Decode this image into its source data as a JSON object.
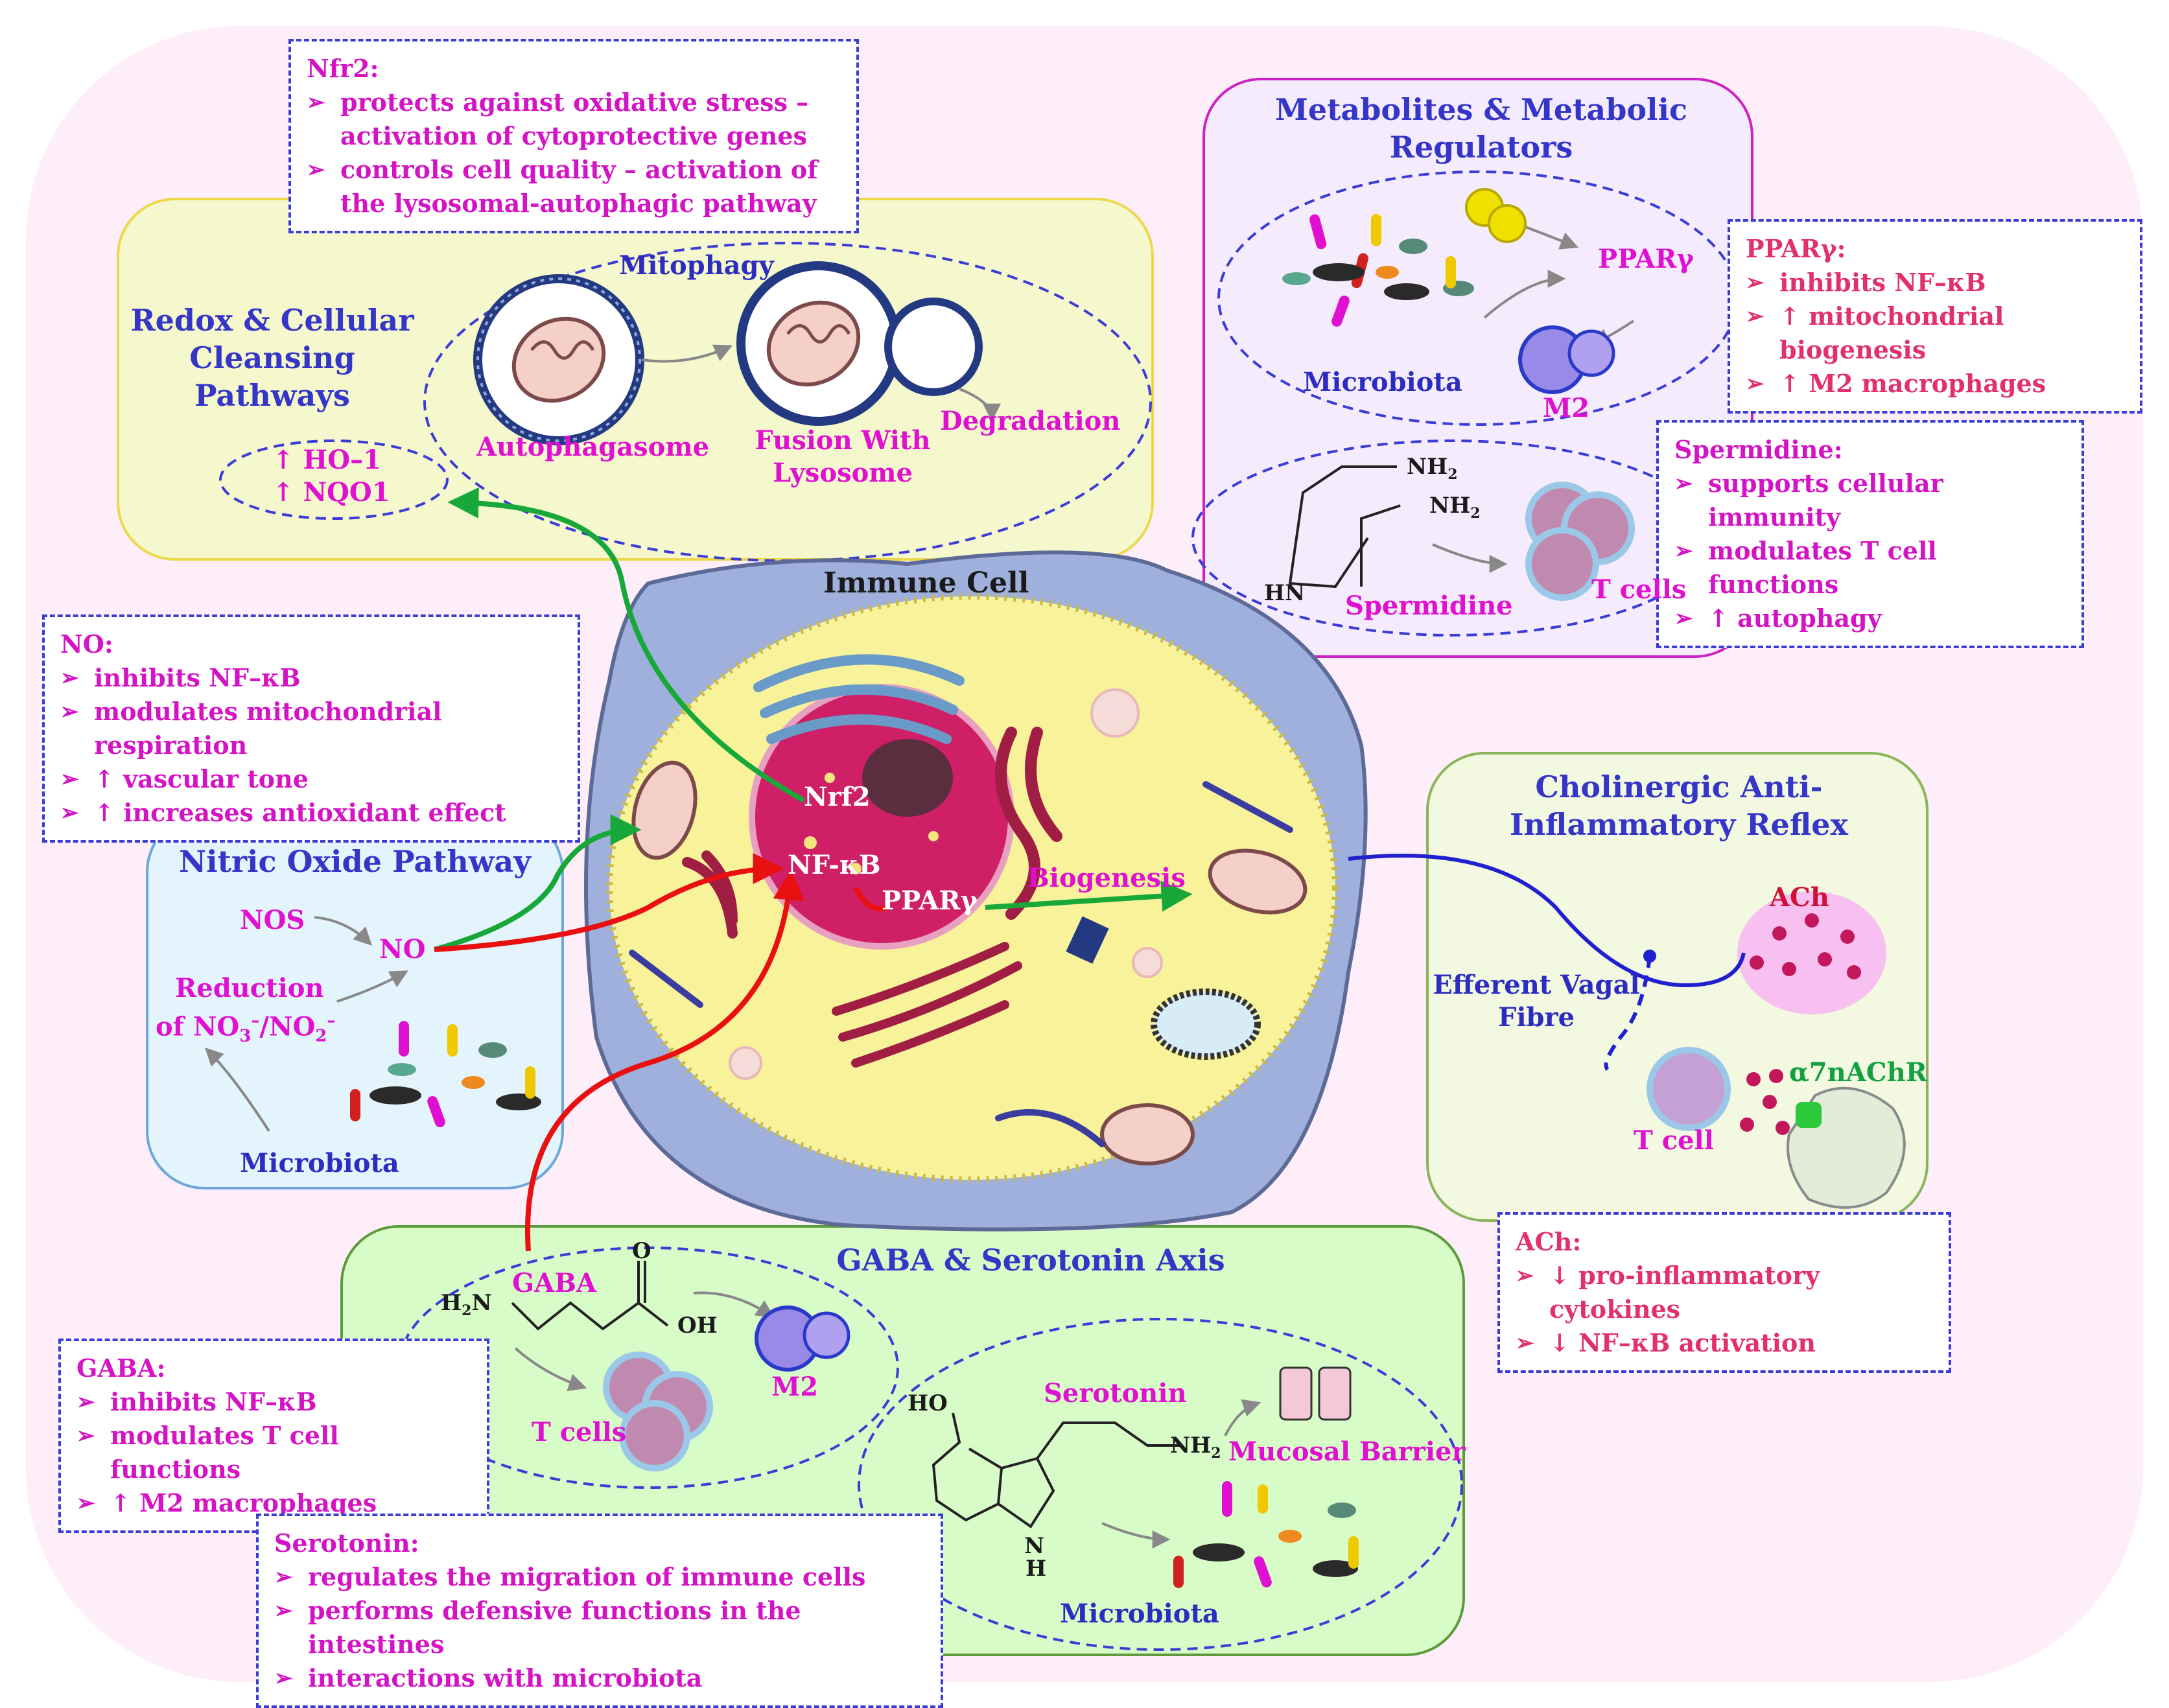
{
  "cell": {
    "title": "Immune Cell",
    "nrf2": "Nrf2",
    "nfkb": "NF-κB",
    "ppar": "PPARγ",
    "biogenesis": "Biogenesis"
  },
  "redox": {
    "title": "Redox & Cellular Cleansing Pathways",
    "mitophagy": "Mitophagy",
    "autophagosome": "Autophagasome",
    "fusion": "Fusion With Lysosome",
    "degradation": "Degradation",
    "ho1": "↑ HO–1",
    "nqo1": "↑ NQO1"
  },
  "nrf2_note": {
    "heading": "Nfr2:",
    "items": [
      "protects against oxidative stress – activation of cytoprotective genes",
      "controls cell quality – activation of the lysosomal-autophagic pathway"
    ]
  },
  "metabolites": {
    "title": "Metabolites & Metabolic Regulators",
    "ppar": "PPARγ",
    "microbiota": "Microbiota",
    "m2": "M2",
    "nh2_a": "NH",
    "nh2_b": "NH",
    "sub2": "2",
    "hn": "HN",
    "spermidine": "Spermidine",
    "tcells": "T cells"
  },
  "ppar_note": {
    "heading": "PPARγ:",
    "items": [
      "inhibits NF–κB",
      "↑ mitochondrial biogenesis",
      "↑ M2 macrophages"
    ]
  },
  "spermidine_note": {
    "heading": "Spermidine:",
    "items": [
      "supports cellular immunity",
      "modulates T cell functions",
      "↑ autophagy"
    ]
  },
  "no_note": {
    "heading": "NO:",
    "items": [
      "inhibits NF–κB",
      "modulates mitochondrial respiration",
      "↑ vascular tone",
      "↑ increases antioxidant effect"
    ]
  },
  "nitric": {
    "title": "Nitric Oxide Pathway",
    "nos": "NOS",
    "no": "NO",
    "reduction": "Reduction",
    "reduction_of": "of NO",
    "sub3": "3",
    "sup_minus": "–",
    "slash": "/NO",
    "sub2": "2",
    "sup_minus2": "–",
    "microbiota": "Microbiota"
  },
  "cholinergic": {
    "title": "Cholinergic Anti-Inflammatory Reflex",
    "ach": "ACh",
    "efferent": "Efferent Vagal Fibre",
    "tcell": "T cell",
    "receptor": "α7nAChR"
  },
  "ach_note": {
    "heading": "ACh:",
    "items": [
      "↓ pro-inflammatory cytokines",
      "↓ NF–κB activation"
    ]
  },
  "gaba_axis": {
    "title": "GABA & Serotonin Axis",
    "gaba": "GABA",
    "h2n": "H",
    "sub2": "2",
    "n": "N",
    "o": "O",
    "oh": "OH",
    "m2": "M2",
    "tcells": "T cells",
    "serotonin": "Serotonin",
    "ho": "HO",
    "nh2": "NH",
    "sub2b": "2",
    "nh": "N",
    "h": "H",
    "mucosal": "Mucosal Barrier",
    "microbiota": "Microbiota"
  },
  "gaba_note": {
    "heading": "GABA:",
    "items": [
      "inhibits NF–κB",
      "modulates T cell functions",
      "↑ M2 macrophages"
    ]
  },
  "serotonin_note": {
    "heading": "Serotonin:",
    "items": [
      "regulates the migration of immune cells",
      "performs defensive functions in the intestines",
      "interactions with microbiota"
    ]
  },
  "colors": {
    "title_blue": "#3535c8",
    "magenta": "#e010d0",
    "arrow_green": "#18a83a",
    "arrow_red": "#e81010",
    "nerve_blue": "#2020d0"
  }
}
